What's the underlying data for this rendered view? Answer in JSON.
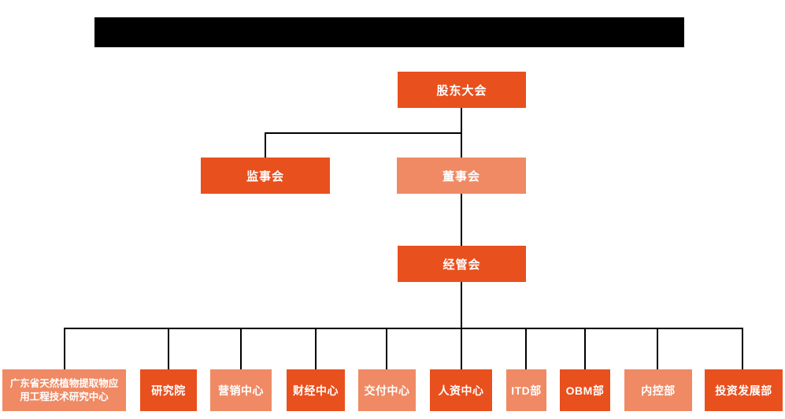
{
  "colors": {
    "primary": "#E8501E",
    "secondary": "#EF8A64",
    "line": "#000000",
    "redaction": "#000000",
    "node_text": "#FFFFFF",
    "background": "#FFFFFF"
  },
  "chart": {
    "type": "org-chart",
    "level1": {
      "shareholders_meeting": "股东大会"
    },
    "level2": {
      "supervisory_board": "监事会",
      "board_of_directors": "董事会"
    },
    "level3": {
      "management_committee": "经管会"
    },
    "departments": [
      "广东省天然植物提取物应用工程技术研究中心",
      "研究院",
      "营销中心",
      "财经中心",
      "交付中心",
      "人资中心",
      "ITD部",
      "OBM部",
      "内控部",
      "投资发展部"
    ]
  }
}
